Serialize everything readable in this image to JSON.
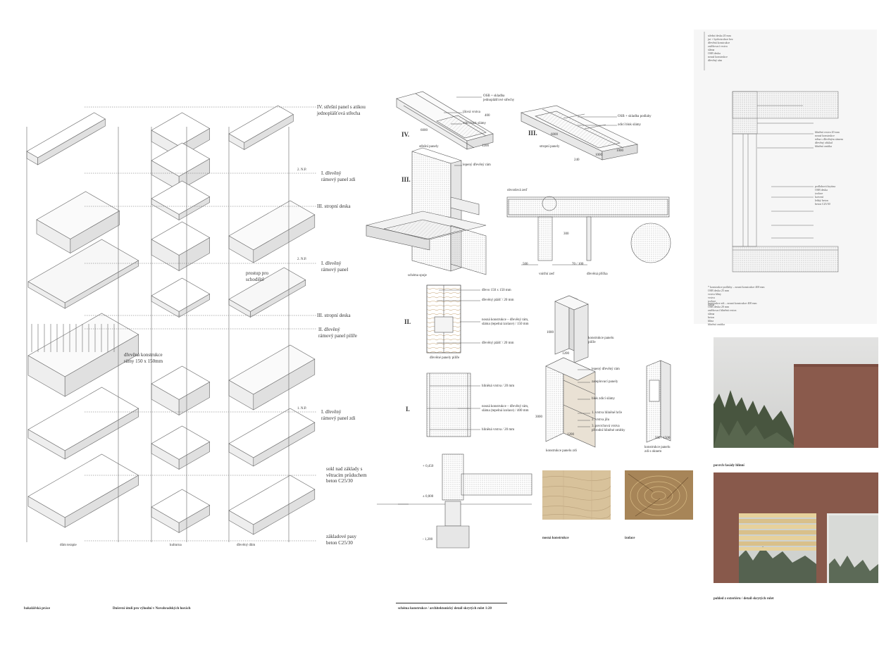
{
  "axonometry": {
    "layer_labels": [
      {
        "roman": "IV.",
        "text": "střešní panel s atikou\njednoplášťová střecha"
      },
      {
        "roman": "I.",
        "text": "dřevěný\nrámový panel zdi"
      },
      {
        "roman": "III.",
        "text": "stropní deska"
      },
      {
        "roman": "I.",
        "text": "dřevěný\nrámový panel"
      },
      {
        "roman": "",
        "text": "prostup pro\nschodiště"
      },
      {
        "roman": "III.",
        "text": "stropní deska"
      },
      {
        "roman": "II.",
        "text": "dřevěný\nrámový panel pilíře"
      },
      {
        "roman": "",
        "text": "dřevěná konstrukce\nrámy 150 x 150mm"
      },
      {
        "roman": "I.",
        "text": "dřevěný\nrámový panel zdi"
      },
      {
        "roman": "",
        "text": "sokl nad základy s\nvětracím průduchem\nbeton C25/30"
      },
      {
        "roman": "",
        "text": "základové pasy\nbeton C25/30"
      }
    ],
    "level_marks": [
      "2. N.P.",
      "2. N.P.",
      "1. N.P."
    ],
    "column_labels": [
      "dům terapie",
      "kulturna",
      "dřevěný dům"
    ]
  },
  "panels": {
    "iv_labels": [
      "OSB + skladba jednoplášťové střechy",
      "jílová vrstva",
      "zdicí blok slámy",
      "lepený dřevěný rám"
    ],
    "iv_caption": "střešní panely",
    "iii_labels": [
      "OSB + skladba podlahy",
      "zdicí blok slámy"
    ],
    "iii_caption": "stropní panely",
    "corner_caption": "schéma spoje",
    "plan_caption_1": "obvodová zeď",
    "plan_caption_2": "vnitřní zeď",
    "plan_caption_3": "dřevěná příčka",
    "plan_dims": [
      "500",
      "300",
      "70 / 100"
    ],
    "dims_iv": [
      "6000",
      "1200",
      "400"
    ],
    "dims_iii": [
      "6000",
      "1000",
      "1000",
      "240"
    ]
  },
  "pillar": {
    "roman": "II.",
    "labels": [
      "dřevo 150 x 150 mm",
      "dřevěný plášť / 20 mm",
      "nosná konstrukce – dřevěný rám,\nsláma (tepelná izolace) / 150 mm",
      "dřevěný plášť / 20 mm"
    ],
    "caption": "dřevěné panely pilíře",
    "iso_caption": "konstrukce panelu\npilíře",
    "dims": [
      "1000",
      "1200"
    ]
  },
  "wall": {
    "roman": "I.",
    "labels": [
      "hliněná vrstva / 20 mm",
      "nosná konstrukce – dřevěný rám,\nsláma (tepelná izolace) / 400 mm",
      "hliněná vrstva / 20 mm"
    ],
    "iso_labels": [
      "lepený dřevěný rám",
      "zateplovací panely",
      "blok zdicí slámy",
      "1. vrstva hliněné hrče",
      "2. vrstva jílu",
      "3. povrchová vrstva\npřírodní hliněné omítky"
    ],
    "iso_caption": "konstrukce panelu zdi",
    "iso2_caption": "konstrukce panelu\nzdi s oknem",
    "dims": [
      "3000",
      "1200",
      "500 / 1500"
    ]
  },
  "section": {
    "levels": [
      "+ 0,450",
      "± 0,000",
      "- 1,200"
    ]
  },
  "materials": [
    {
      "caption": "nosná konstrukce"
    },
    {
      "caption": "izolace"
    }
  ],
  "detail": {
    "top_labels": "střešní deska 20 mm\njut + hydroizolace bez\ndřevěná konstrukce\nzatěžovací vrstva\nsláma\nOSB deska\nnosná konstrukce\ndřevěný rám",
    "mid_labels": "hliněná vrstva 20 mm\nnosná konstrukce\nstěna s dřevěným rámem\ndřevěný obklad\nhliněná omítka",
    "lower_labels": "podlahová krytina\nOSB deska\nizolace\nkotvení\nlehký beton\nbeton C25/30",
    "bottom_notes": "* konstrukce podlahy – nosná konstrukce 400 mm\nOSB deska 25 mm\nvrstva hlíny\nvrstva\nizolace\nsláma",
    "footnote": "konstrukce zdi – nosná konstrukce 400 mm\nOSB deska 20 mm\nzatěžovací hliněná vrstva\nsláma\nbeton\nhlína\nhliněná omítka"
  },
  "photos": [
    {
      "caption": "povrch fasády hlinní"
    },
    {
      "caption": "pohled z exteriéru / detail skrytých rolet"
    }
  ],
  "footer": {
    "left": "bakalářská práce",
    "center_left": "Duševní útulí pro výhodní v Novohradských horách",
    "center": "schéma konstrukce / architektonický detail skrytých rolet 1:20"
  },
  "colors": {
    "line": "#555555",
    "earth": "#8a5a4c",
    "wood": "#d9c4a0",
    "straw": "#a58055"
  }
}
